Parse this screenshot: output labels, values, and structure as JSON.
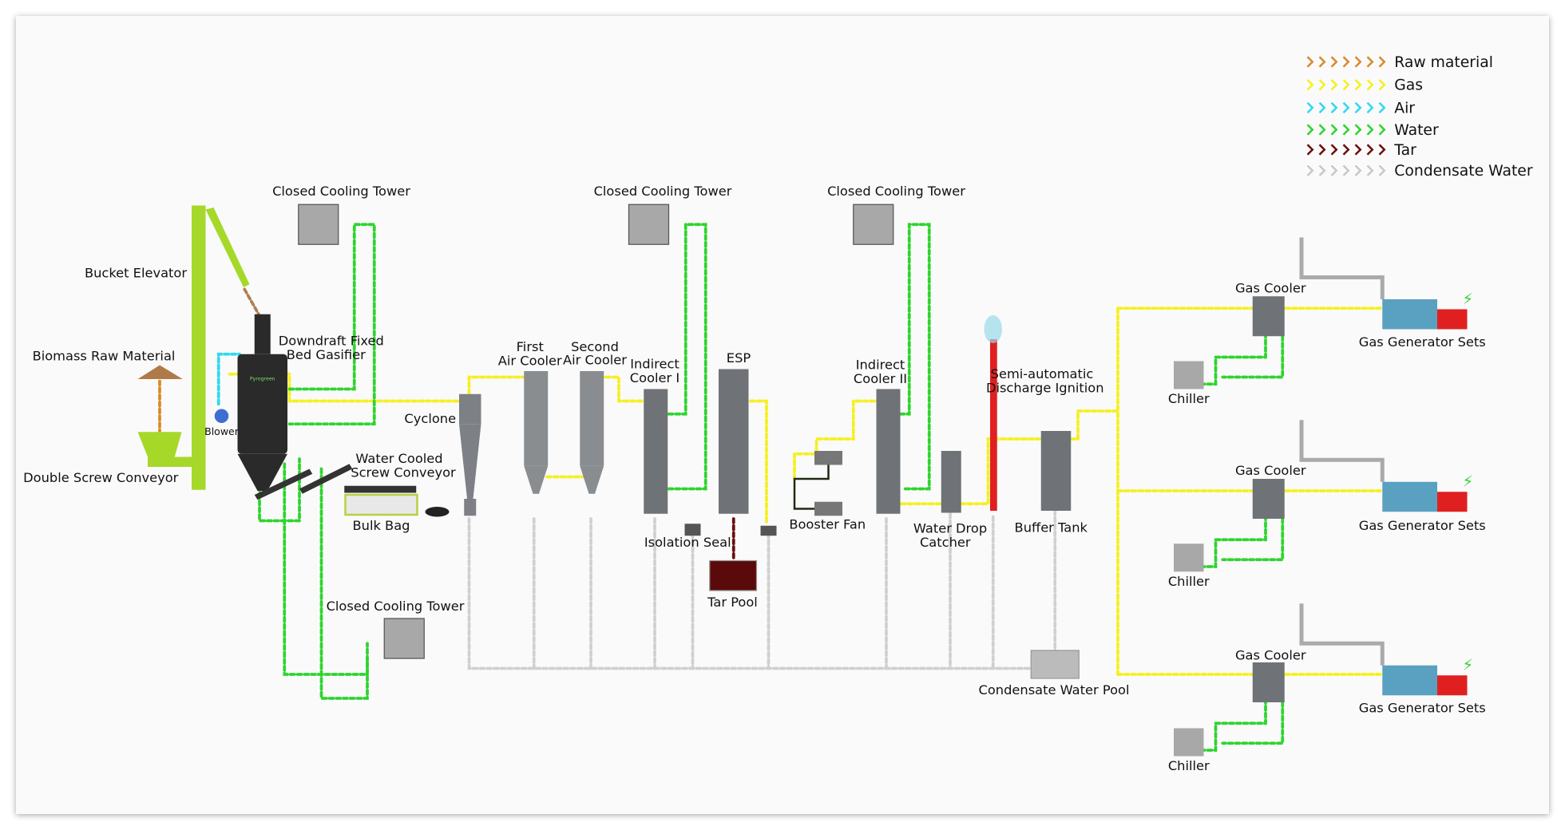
{
  "colors": {
    "raw_material": "#d98a2b",
    "gas": "#f5f020",
    "air": "#30d8f0",
    "water": "#2fd42f",
    "tar": "#6a0f0f",
    "condensate_water": "#c8c8c8",
    "elevator": "#a6d82a",
    "gasifier": "#2a2a2a",
    "equipment": "#7d8084",
    "ignition": "#e02020"
  },
  "legend": [
    {
      "label": "Raw material",
      "color_key": "raw_material",
      "icon": "chevron-right-icon"
    },
    {
      "label": "Gas",
      "color_key": "gas",
      "icon": "chevron-right-icon"
    },
    {
      "label": "Air",
      "color_key": "air",
      "icon": "chevron-right-icon"
    },
    {
      "label": "Water",
      "color_key": "water",
      "icon": "chevron-right-icon"
    },
    {
      "label": "Tar",
      "color_key": "tar",
      "icon": "chevron-right-icon"
    },
    {
      "label": "Condensate Water",
      "color_key": "condensate_water",
      "icon": "chevron-right-icon"
    }
  ],
  "labels": {
    "cooling_tower_1": "Closed Cooling Tower",
    "cooling_tower_2": "Closed Cooling Tower",
    "cooling_tower_3": "Closed Cooling Tower",
    "cooling_tower_4": "Closed Cooling Tower",
    "bucket_elevator": "Bucket Elevator",
    "biomass": "Biomass Raw Material",
    "double_screw": "Double Screw Conveyor",
    "gasifier_1": "Downdraft Fixed",
    "gasifier_2": "Bed Gasifier",
    "blower": "Blower",
    "cyclone": "Cyclone",
    "wc_screw_1": "Water Cooled",
    "wc_screw_2": "Screw Conveyor",
    "bulk_bag": "Bulk Bag",
    "first_air_1": "First",
    "first_air_2": "Air Cooler",
    "second_air_1": "Second",
    "second_air_2": "Air Cooler",
    "indirect1_1": "Indirect",
    "indirect1_2": "Cooler I",
    "esp": "ESP",
    "isolation_seal": "Isolation Seal",
    "tar_pool": "Tar Pool",
    "booster_fan": "Booster Fan",
    "indirect2_1": "Indirect",
    "indirect2_2": "Cooler II",
    "water_drop_1": "Water Drop",
    "water_drop_2": "Catcher",
    "ignition_1": "Semi-automatic",
    "ignition_2": "Discharge Ignition",
    "buffer_tank": "Buffer Tank",
    "condensate_pool": "Condensate Water Pool",
    "gas_cooler_1": "Gas Cooler",
    "gas_cooler_2": "Gas Cooler",
    "gas_cooler_3": "Gas Cooler",
    "generator_1": "Gas Generator Sets",
    "generator_2": "Gas Generator Sets",
    "generator_3": "Gas Generator Sets",
    "chiller_1": "Chiller",
    "chiller_2": "Chiller",
    "chiller_3": "Chiller",
    "brand": "Pyrogreen"
  }
}
